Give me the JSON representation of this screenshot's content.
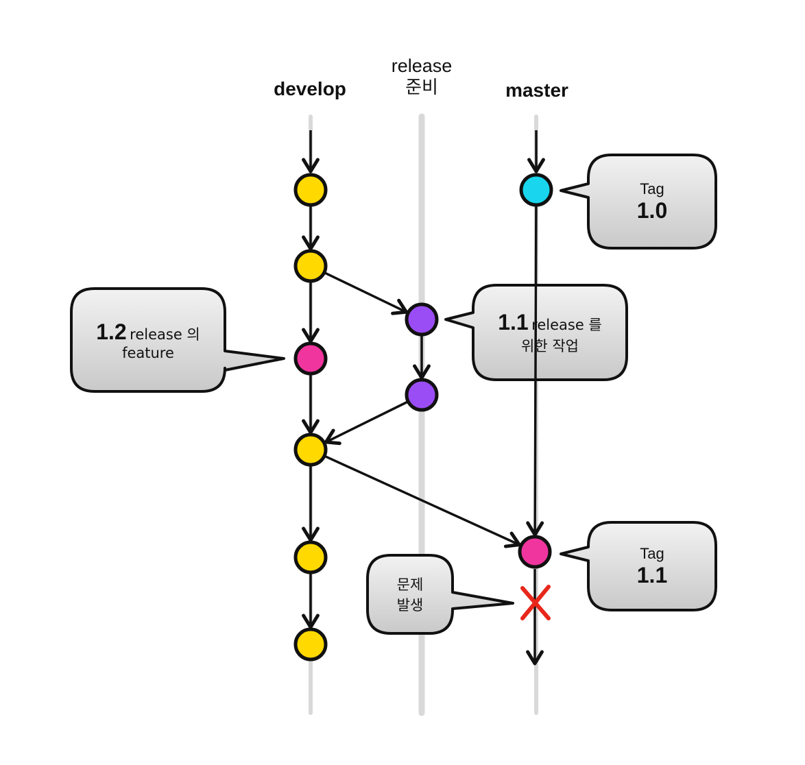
{
  "lanes": {
    "develop": {
      "label": "develop"
    },
    "release": {
      "label_line1": "release",
      "label_line2": "준비"
    },
    "master": {
      "label": "master"
    }
  },
  "colors": {
    "develop_commit": "#FFD900",
    "feature_commit": "#F0359E",
    "release_commit": "#9B4DF5",
    "master_commit_1_0": "#19D6EE",
    "master_commit_1_1": "#F0359E",
    "problem_mark": "#E8261A",
    "lane_guide": "#D3D3D3",
    "bubble_fill_top": "#F2F2F2",
    "bubble_fill_bottom": "#C9C9C9"
  },
  "commits": [
    {
      "id": "d1",
      "lane": "develop",
      "color": "develop_commit"
    },
    {
      "id": "d2",
      "lane": "develop",
      "color": "develop_commit"
    },
    {
      "id": "d3",
      "lane": "develop",
      "color": "feature_commit"
    },
    {
      "id": "d4",
      "lane": "develop",
      "color": "develop_commit"
    },
    {
      "id": "d5",
      "lane": "develop",
      "color": "develop_commit"
    },
    {
      "id": "d6",
      "lane": "develop",
      "color": "develop_commit"
    },
    {
      "id": "r1",
      "lane": "release",
      "color": "release_commit"
    },
    {
      "id": "r2",
      "lane": "release",
      "color": "release_commit"
    },
    {
      "id": "m1",
      "lane": "master",
      "color": "master_commit_1_0"
    },
    {
      "id": "m2",
      "lane": "master",
      "color": "master_commit_1_1"
    }
  ],
  "edges": [
    {
      "from": "d1",
      "to": "d2"
    },
    {
      "from": "d2",
      "to": "d3"
    },
    {
      "from": "d3",
      "to": "d4"
    },
    {
      "from": "d4",
      "to": "d5"
    },
    {
      "from": "d5",
      "to": "d6"
    },
    {
      "from": "d2",
      "to": "r1"
    },
    {
      "from": "r1",
      "to": "r2"
    },
    {
      "from": "r2",
      "to": "d4"
    },
    {
      "from": "d4",
      "to": "m2"
    },
    {
      "from": "m1",
      "to": "m2"
    }
  ],
  "callouts": {
    "tag_1_0": {
      "line1": "Tag",
      "line2": "1.0"
    },
    "feature_1_2": {
      "version": "1.2",
      "text_a": "release 의",
      "text_b": "feature"
    },
    "release_1_1": {
      "version": "1.1",
      "text_a": "release 를",
      "text_b": "위한 작업"
    },
    "tag_1_1": {
      "line1": "Tag",
      "line2": "1.1"
    },
    "problem": {
      "line1": "문제",
      "line2": "발생"
    }
  }
}
